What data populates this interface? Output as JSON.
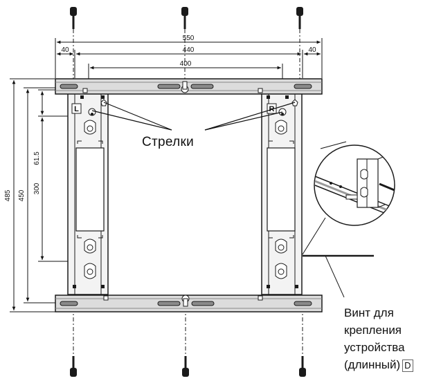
{
  "dimensions": {
    "top": [
      "550",
      "40",
      "440",
      "40",
      "400"
    ],
    "left": [
      "485",
      "450",
      "300",
      "61.5"
    ]
  },
  "markers": {
    "left": "L",
    "right": "R"
  },
  "labels": {
    "arrows": "Стрелки",
    "screw_line1": "Винт для",
    "screw_line2": "крепления",
    "screw_line3": "устройства",
    "screw_line4": "(длинный)",
    "screw_code": "D"
  },
  "colors": {
    "stroke": "#1a1a1a",
    "bracket_fill": "#dcdcdc",
    "slot_fill": "#8a8a8a"
  }
}
